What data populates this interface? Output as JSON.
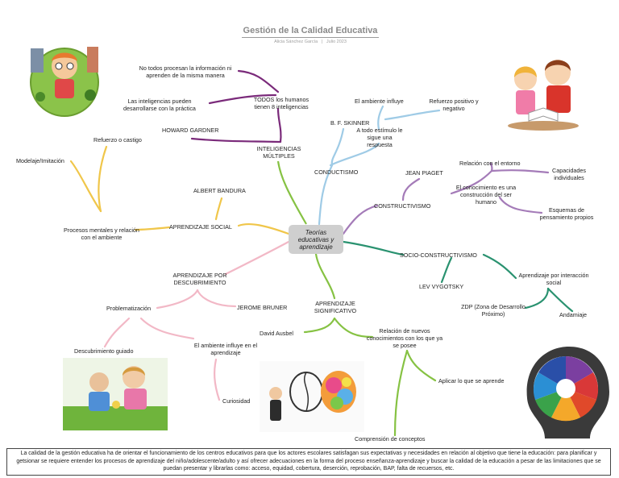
{
  "header": {
    "title": "Gestión de la Calidad Educativa",
    "author": "Alicia Sánchez García",
    "separator": "|",
    "date": "Julio 2023"
  },
  "central_node": "Teorías educativas y aprendizaje",
  "branches": {
    "inteligencias": {
      "label": "INTELIGENCIAS MÚLTIPLES",
      "author": "HOWARD GARDNER",
      "idea": "TODOS los humanos tienen 8 inteligencias",
      "details": [
        "No todos procesan la información ni aprenden de la misma manera",
        "Las inteligencias pueden desarrollarse con la práctica"
      ]
    },
    "conductismo": {
      "label": "CONDUCTISMO",
      "author": "B. F. SKINNER",
      "idea": "A todo estímulo le sigue una respuesta",
      "details": [
        "El ambiente influye",
        "Refuerzo positivo y negativo"
      ]
    },
    "constructivismo": {
      "label": "CONSTRUCTIVISMO",
      "author": "JEAN PIAGET",
      "idea": "El conocimiento es una construcción del ser humano",
      "details": [
        "Relación con el entorno",
        "Capacidades individuales",
        "Esquemas de pensamiento propios"
      ]
    },
    "socio": {
      "label": "SOCIO-CONSTRUCTIVISMO",
      "author": "LEV VYGOTSKY",
      "idea": "Aprendizaje por interacción social",
      "details": [
        "ZDP (Zona de Desarrollo Próximo)",
        "Andamiaje"
      ]
    },
    "significativo": {
      "label": "APRENDIZAJE SIGNIFICATIVO",
      "author": "David Ausbel",
      "idea": "Relación de nuevos conocimientos con los que ya se posee",
      "details": [
        "Aplicar lo que se aprende",
        "Comprensión de conceptos"
      ]
    },
    "descubrimiento": {
      "label": "APRENDIZAJE POR DESCUBRIMIENTO",
      "author": "JEROME BRUNER",
      "idea": "Problematización",
      "details": [
        "Descubrimiento guiado",
        "El ambiente influye en el aprendizaje",
        "Curiosidad"
      ]
    },
    "social": {
      "label": "APRENDIZAJE SOCIAL",
      "author": "ALBERT BANDURA",
      "idea": "Procesos mentales y relación con el ambiente",
      "details": [
        "Refuerzo o castigo",
        "Modelaje/Imitación"
      ]
    }
  },
  "footer_text": "La calidad de la gestión educativa ha de orientar el funcionamiento de los centros educativos para que los actores escolares satisfagan sus expectativas y necesidades en relación al objetivo que tiene la educación: para planificar y getsionar se requiere entender los procesos de aprendizaje del niño/adolescente/adulto y así ofrecer adecuaciones en la forma del proceso enseñanza-aprendizaje y buscar la calidad de la educación a pesar de las limitaciones que se puedan presentar y librarlas como: acceso, equidad, cobertura, deserción, reprobación, BAP, falta de recuersos, etc.",
  "colors": {
    "inteligencias": "#7a2a7a",
    "conductismo": "#9fcbe6",
    "constructivismo": "#a47bb8",
    "socio": "#2a9270",
    "significativo": "#86c243",
    "descubrimiento": "#f2b8c6",
    "social": "#f0c64a",
    "central_bg": "#cfcfcf"
  },
  "icons": [
    "world-kid-illustration",
    "children-reading-illustration",
    "kids-playing-photo",
    "colorful-brain-illustration",
    "head-icons-illustration"
  ]
}
